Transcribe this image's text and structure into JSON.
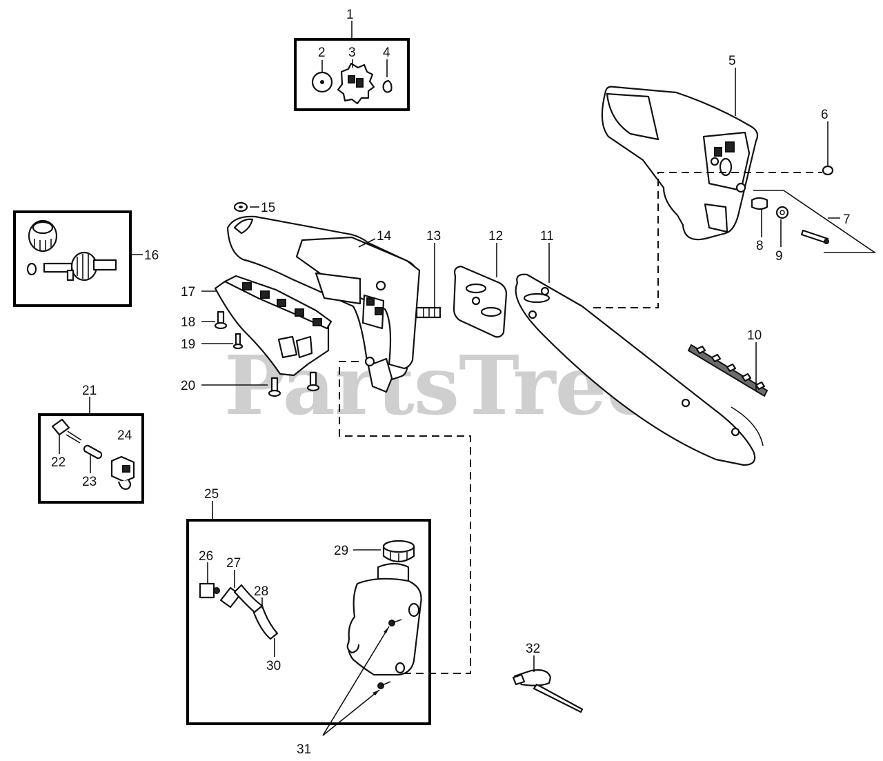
{
  "watermark": {
    "text": "PartsTree",
    "trademark": "™"
  },
  "callouts": {
    "c1": "1",
    "c2": "2",
    "c3": "3",
    "c4": "4",
    "c5": "5",
    "c6": "6",
    "c7": "7",
    "c8": "8",
    "c9": "9",
    "c10": "10",
    "c11": "11",
    "c12": "12",
    "c13": "13",
    "c14": "14",
    "c15": "15",
    "c16": "16",
    "c17": "17",
    "c18": "18",
    "c19": "19",
    "c20": "20",
    "c21": "21",
    "c22": "22",
    "c23": "23",
    "c24": "24",
    "c25": "25",
    "c26": "26",
    "c27": "27",
    "c28": "28",
    "c29": "29",
    "c30": "30",
    "c31": "31",
    "c32": "32"
  },
  "colors": {
    "ink": "#111111",
    "watermark": "#cfcfcf",
    "background": "#ffffff"
  }
}
